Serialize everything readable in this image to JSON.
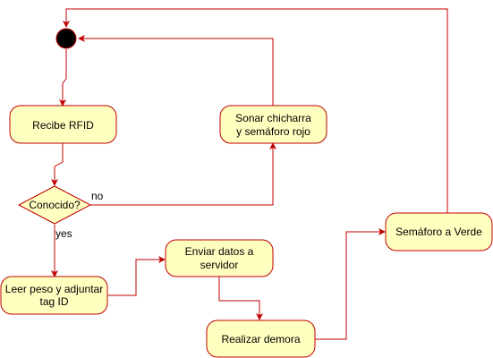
{
  "nodes": {
    "start": {
      "kind": "initial-state"
    },
    "recibe_rfid": {
      "lines": [
        "Recibe RFID"
      ]
    },
    "sonar": {
      "lines": [
        "Sonar chicharra",
        "y semáforo rojo"
      ]
    },
    "conocido": {
      "lines": [
        "Conocido?"
      ]
    },
    "leer_peso": {
      "lines": [
        "Leer peso y adjuntar",
        "tag ID"
      ]
    },
    "enviar": {
      "lines": [
        "Enviar datos a",
        "servidor"
      ]
    },
    "demora": {
      "lines": [
        "Realizar demora"
      ]
    },
    "semaforo_verde": {
      "lines": [
        "Semáforo a Verde"
      ]
    }
  },
  "edge_labels": {
    "no": "no",
    "yes": "yes"
  },
  "colors": {
    "fill": "#ffffc0",
    "stroke": "#c00000",
    "initial": "#000000",
    "text": "#000000"
  }
}
